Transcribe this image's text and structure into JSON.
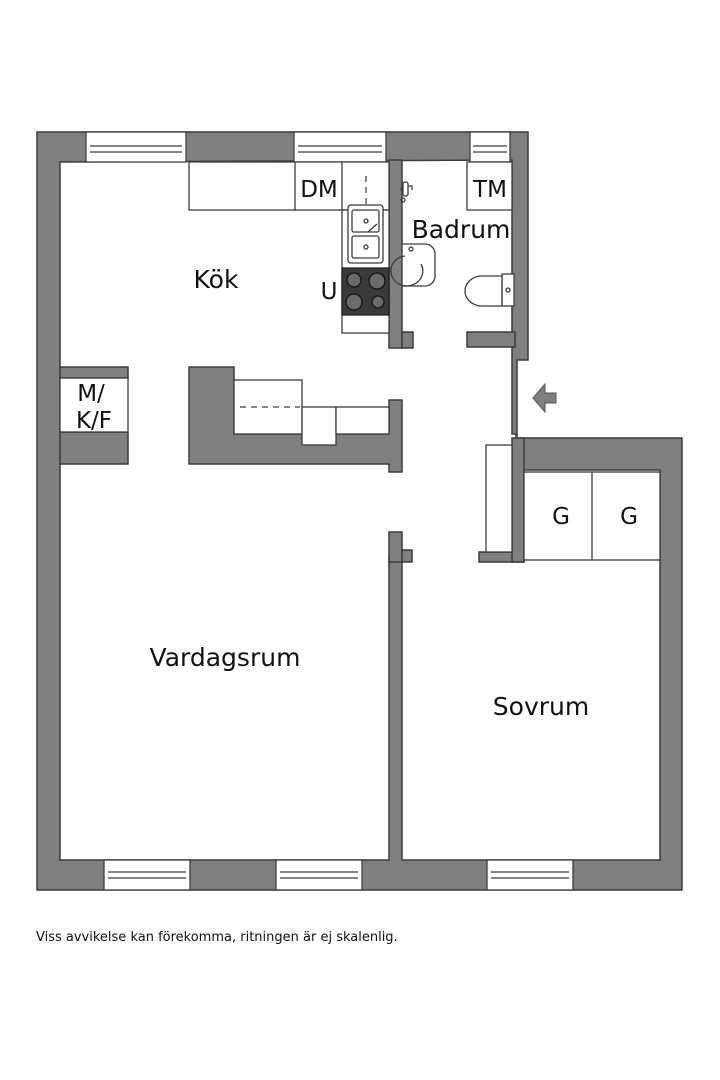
{
  "rooms": {
    "kitchen": "Kök",
    "bathroom": "Badrum",
    "living": "Vardagsrum",
    "bedroom": "Sovrum"
  },
  "fixtures": {
    "dishwasher": "DM",
    "washing_machine": "TM",
    "oven": "U",
    "fridge_line1": "M/",
    "fridge_line2": "K/F",
    "wardrobe_left": "G",
    "wardrobe_right": "G"
  },
  "icons": {
    "entrance": "entrance-arrow-icon",
    "sink": "kitchen-sink-icon",
    "stove": "stove-icon",
    "washbasin": "washbasin-icon",
    "toilet": "toilet-icon",
    "tap": "tap-icon"
  },
  "colors": {
    "wall": "#7f7f7f",
    "stove": "#3a3a3a",
    "background": "#ffffff"
  },
  "disclaimer": "Viss avvikelse kan förekomma, ritningen är ej skalenlig."
}
